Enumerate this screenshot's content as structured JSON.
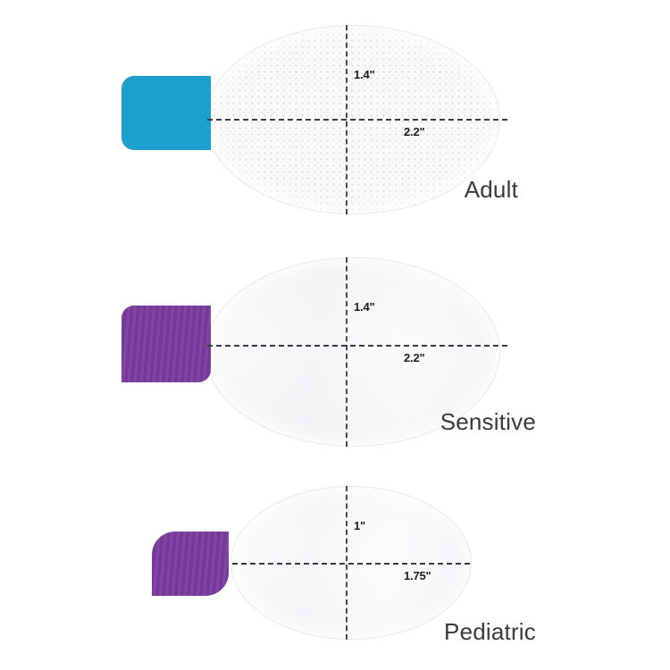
{
  "diagram": {
    "background_color": "#ffffff",
    "title_text_color": "#3a3a3e",
    "dimension_text_color": "#1d1d20",
    "dimension_line_color": "#3a3a40"
  },
  "pads": [
    {
      "id": "adult",
      "name": "Adult",
      "tab_color": "#1ba0ce",
      "tab_style": "blue-smooth",
      "pad_surface": "dotted-mesh",
      "height_label": "1.4\"",
      "width_label": "2.2\"",
      "height_value": 1.4,
      "width_value": 2.2,
      "unit": "inches"
    },
    {
      "id": "sensitive",
      "name": "Sensitive",
      "tab_color": "#7a3b9e",
      "tab_style": "purple-fabric",
      "pad_surface": "smooth-white",
      "height_label": "1.4\"",
      "width_label": "2.2\"",
      "height_value": 1.4,
      "width_value": 2.2,
      "unit": "inches"
    },
    {
      "id": "pediatric",
      "name": "Pediatric",
      "tab_color": "#7a3b9e",
      "tab_style": "purple-fabric",
      "pad_surface": "smooth-white",
      "height_label": "1\"",
      "width_label": "1.75\"",
      "height_value": 1,
      "width_value": 1.75,
      "unit": "inches"
    }
  ]
}
